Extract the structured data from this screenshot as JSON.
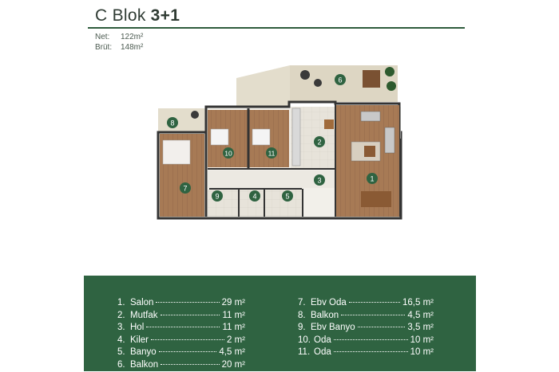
{
  "header": {
    "title_regular": "C Blok",
    "title_bold": "3+1",
    "net_label": "Net:",
    "net_value": "122m²",
    "gross_label": "Brüt:",
    "gross_value": "148m²"
  },
  "plan": {
    "room_markers": [
      "1",
      "2",
      "3",
      "4",
      "5",
      "6",
      "7",
      "8",
      "9",
      "10",
      "11"
    ],
    "colors": {
      "wood": "#a77a55",
      "tile": "#e4e0d6",
      "terrace": "#dfd9c7",
      "wall": "#3b3b3b",
      "marker": "#2f6341"
    }
  },
  "legend": {
    "left": [
      {
        "num": "1.",
        "label": "Salon",
        "value": "29 m²"
      },
      {
        "num": "2.",
        "label": "Mutfak",
        "value": "11 m²"
      },
      {
        "num": "3.",
        "label": "Hol",
        "value": "11 m²"
      },
      {
        "num": "4.",
        "label": "Kiler",
        "value": "2 m²"
      },
      {
        "num": "5.",
        "label": "Banyo",
        "value": "4,5 m²"
      },
      {
        "num": "6.",
        "label": "Balkon",
        "value": "20 m²"
      }
    ],
    "right": [
      {
        "num": "7.",
        "label": "Ebv Oda",
        "value": "16,5 m²"
      },
      {
        "num": "8.",
        "label": "Balkon",
        "value": "4,5 m²"
      },
      {
        "num": "9.",
        "label": "Ebv Banyo",
        "value": "3,5 m²"
      },
      {
        "num": "10.",
        "label": "Oda",
        "value": "10 m²"
      },
      {
        "num": "11.",
        "label": "Oda",
        "value": "10 m²"
      }
    ]
  }
}
